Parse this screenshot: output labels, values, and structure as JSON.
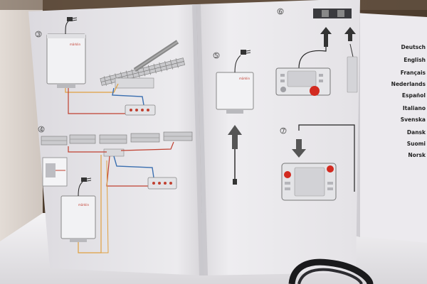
{
  "steps": {
    "s3": "3",
    "s4": "4",
    "s5": "5",
    "s6": "6",
    "s7": "7"
  },
  "brand_mark": "märklin",
  "languages": [
    "Deutsch",
    "English",
    "Français",
    "Nederlands",
    "Español",
    "Italiano",
    "Svenska",
    "Dansk",
    "Suomi",
    "Norsk"
  ],
  "colors": {
    "paper": "#e9e7ea",
    "wire_red": "#c04030",
    "wire_blue": "#3b6fb0",
    "wire_orange": "#e0a040",
    "button_red": "#d22a20"
  },
  "icons": [
    "power-plug-icon",
    "arrow-up-icon",
    "arrow-down-icon"
  ]
}
